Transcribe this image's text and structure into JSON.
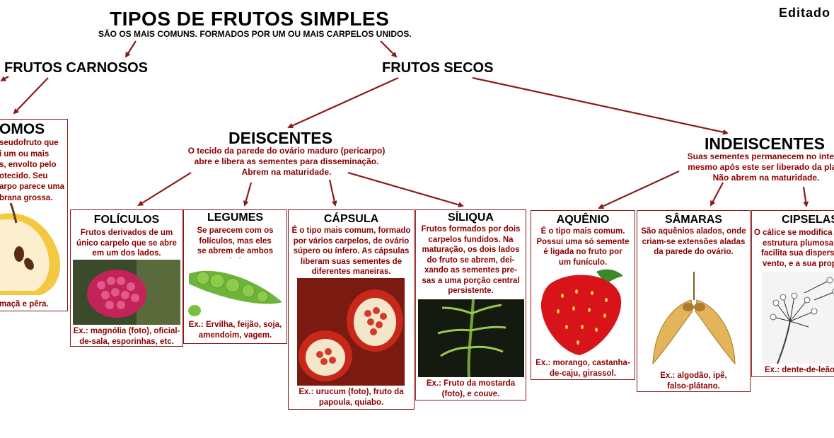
{
  "header": {
    "title": "TIPOS DE FRUTOS SIMPLES",
    "subtitle": "SÃO OS MAIS COMUNS. FORMADOS POR UM OU MAIS CARPELOS UNIDOS.",
    "badge": "Editado"
  },
  "carnosos": {
    "label": "FRUTOS CARNOSOS",
    "pomos": {
      "heading": "OMOS",
      "lines": [
        "seudofruto que",
        "i um ou mais",
        "s, envolto pelo",
        "otecido. Seu",
        "arpo parece uma",
        "brana grossa."
      ],
      "example": "maçã e pêra."
    }
  },
  "secos": {
    "label": "FRUTOS SECOS",
    "deiscentes": {
      "label": "DEISCENTES",
      "lines": [
        "O tecido da parede do ovário maduro (pericarpo)",
        "abre e libera as sementes para disseminação.",
        "Abrem na maturidade."
      ]
    },
    "indeiscentes": {
      "label": "INDEISCENTES",
      "lines": [
        "Suas sementes permanecem no interio",
        "mesmo após este ser liberado da plant",
        "Não abrem na maturidade."
      ]
    }
  },
  "boxes": {
    "foliculos": {
      "title": "FOLÍCULOS",
      "lines": [
        "Frutos derivados de um",
        "único carpelo que se abre",
        "em um dos lados."
      ],
      "example": [
        "Ex.: magnólia (foto), oficial-",
        "de-sala, esporinhas, etc."
      ]
    },
    "legumes": {
      "title": "LEGUMES",
      "lines": [
        "Se parecem com os",
        "folículos, mas eles",
        "se abrem de ambos",
        "os lados."
      ],
      "example": [
        "Ex.: Ervilha, feijão, soja,",
        "amendoim, vagem."
      ]
    },
    "capsula": {
      "title": "CÁPSULA",
      "lines": [
        "É o tipo mais comum, formado",
        "por vários carpelos, de ovário",
        "súpero ou ínfero. As cápsulas",
        "liberam suas sementes de",
        "diferentes maneiras."
      ],
      "example": [
        "Ex.: urucum (foto), fruto da",
        "papoula, quiabo."
      ]
    },
    "siliqua": {
      "title": "SÍLIQUA",
      "lines": [
        "Frutos formados por dois",
        "carpelos fundidos. Na",
        "maturação, os dois lados",
        "do fruto se abrem, dei-",
        "xando as sementes pre-",
        "sas a uma porção central",
        "persistente."
      ],
      "example": [
        "Ex.: Fruto da mostarda",
        "(foto),  e couve."
      ]
    },
    "aquenio": {
      "title": "AQUÊNIO",
      "lines": [
        "É o tipo mais comum.",
        "Possui uma só semente",
        "é ligada no fruto por",
        "um funículo."
      ],
      "example": [
        "Ex.: morango, castanha-",
        "de-caju, girassol."
      ]
    },
    "samaras": {
      "title": "SÂMARAS",
      "lines": [
        "São aquênios alados, onde",
        "criam-se extensões aladas",
        "da parede do ovário."
      ],
      "example": [
        "Ex.: algodão, ipê,",
        "falso-plátano."
      ]
    },
    "cipselas": {
      "title": "CIPSELAS",
      "lines": [
        "O cálice se modifica",
        "estrutura plumosa",
        "facilita sua dispers",
        "vento, e a sua prop"
      ],
      "example": [
        "Ex.: dente-de-leão"
      ]
    }
  },
  "colors": {
    "accent": "#8b0000",
    "border": "#8b1a1a",
    "arrow": "#8b1a1a"
  }
}
